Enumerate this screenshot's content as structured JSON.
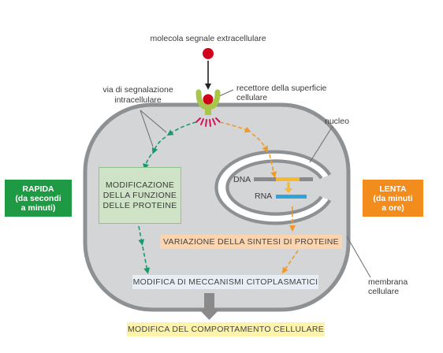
{
  "labels": {
    "signal_molecule": "molecola segnale extracellulare",
    "receptor_line1": "recettore della superficie",
    "receptor_line2": "cellulare",
    "pathway_line1": "via di segnalazione",
    "pathway_line2": "intracellulare",
    "nucleus": "nucleo",
    "dna": "DNA",
    "rna": "RNA",
    "membrane_line1": "membrana",
    "membrane_line2": "cellulare"
  },
  "boxes": {
    "rapid": {
      "line1": "RAPIDA",
      "line2": "(da secondi",
      "line3": "a minuti)"
    },
    "slow": {
      "line1": "LENTA",
      "line2": "(da minuti",
      "line3": "a ore)"
    },
    "protein_function": {
      "line1": "MODIFICAZIONE",
      "line2": "DELLA FUNZIONE",
      "line3": "DELLE PROTEINE"
    },
    "protein_synthesis": "VARIAZIONE DELLA SINTESI DI PROTEINE",
    "cytoplasmic": "MODIFICA DI MECCANISMI CITOPLASMATICI",
    "behavior": "MODIFICA DEL COMPORTAMENTO CELLULARE"
  },
  "colors": {
    "cell_fill": "#d3d5d6",
    "cell_stroke": "#8e9193",
    "signal_red": "#d0021b",
    "receptor_green": "#a8c64a",
    "magenta": "#d4145a",
    "green_path": "#1a9a6c",
    "orange_path": "#ef9a2a",
    "rapid_green": "#1e9a44",
    "slow_orange": "#f18c1d",
    "protein_box_fill": "#cfe3c6",
    "protein_box_stroke": "#8cc58a",
    "synthesis_fill": "#fbd4b0",
    "cytoplasmic_fill": "#e8eef5",
    "behavior_fill": "#fdf3a9",
    "dna_gray": "#8a8a8a",
    "dna_orange": "#f5b82e",
    "rna_blue": "#2fa3dc",
    "gray_arrow": "#8a8a8a"
  }
}
